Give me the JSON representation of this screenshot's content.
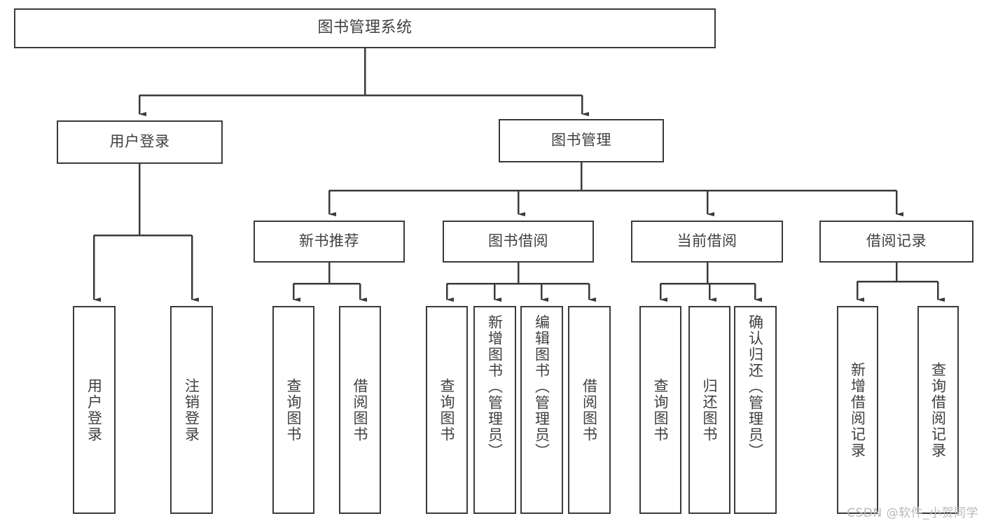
{
  "diagram": {
    "title_text": "图书管理系统",
    "type": "functional-decomposition-tree",
    "stroke_color": "#3a3a3a",
    "text_color": "#404040",
    "background_color": "#ffffff",
    "watermark": "CSDN @软件_小贺同学",
    "levels": {
      "root": {
        "label": "图书管理系统"
      },
      "level1": [
        {
          "label": "用户登录"
        },
        {
          "label": "图书管理"
        }
      ],
      "level2": [
        {
          "label": "新书推荐"
        },
        {
          "label": "图书借阅"
        },
        {
          "label": "当前借阅"
        },
        {
          "label": "借阅记录"
        }
      ],
      "leaves": {
        "user_login": [
          {
            "label": "用户登录"
          },
          {
            "label": "注销登录"
          }
        ],
        "new_book_recommend": [
          {
            "label": "查询图书"
          },
          {
            "label": "借阅图书"
          }
        ],
        "book_borrow": [
          {
            "label": "查询图书"
          },
          {
            "label": "新增图书（管理员）"
          },
          {
            "label": "编辑图书（管理员）"
          },
          {
            "label": "借阅图书"
          }
        ],
        "current_borrow": [
          {
            "label": "查询图书"
          },
          {
            "label": "归还图书"
          },
          {
            "label": "确认归还（管理员）"
          }
        ],
        "borrow_record": [
          {
            "label": "新增借阅记录"
          },
          {
            "label": "查询借阅记录"
          }
        ]
      }
    }
  }
}
